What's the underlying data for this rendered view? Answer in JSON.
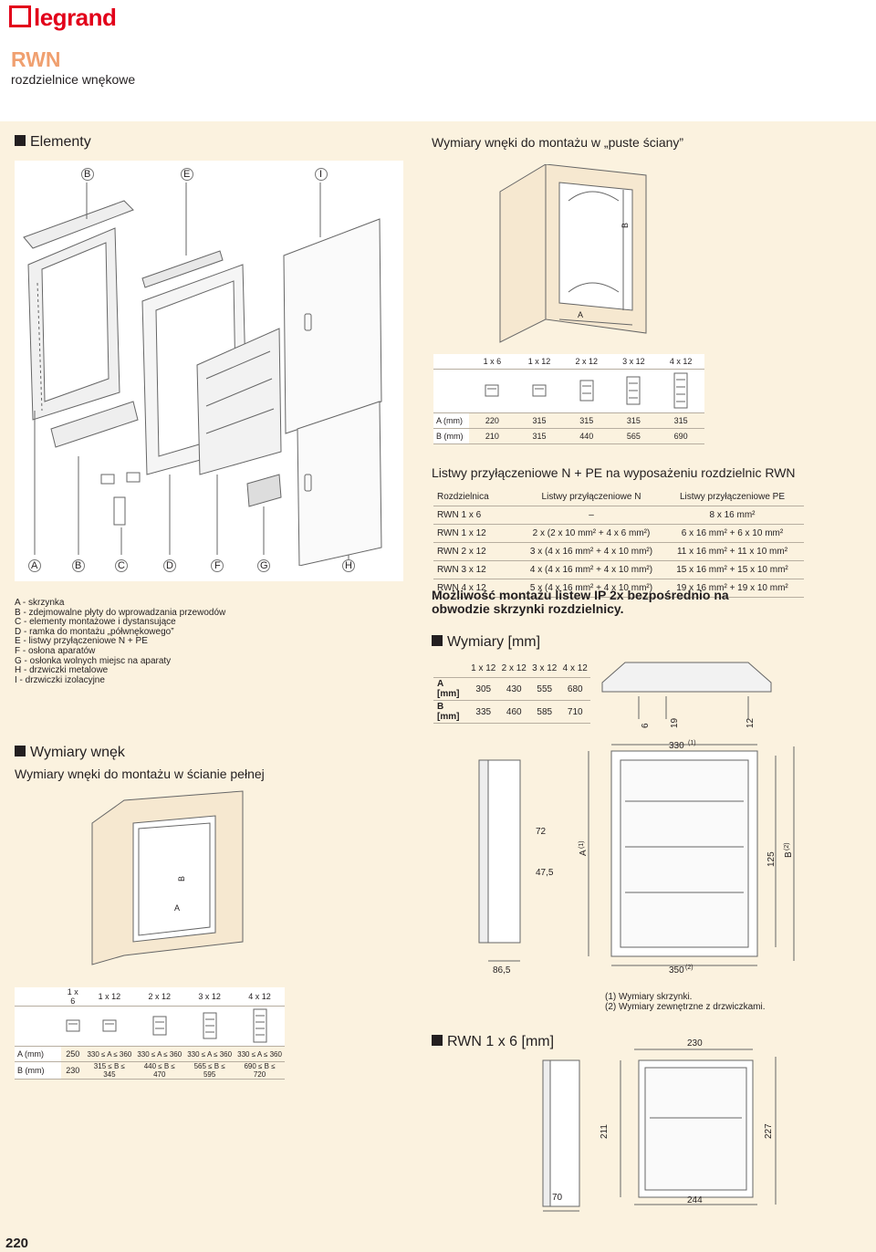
{
  "brand": {
    "logo_text": "legrand",
    "color": "#e2001a"
  },
  "header": {
    "title": "RWN",
    "subtitle": "rozdzielnice wnękowe"
  },
  "elements": {
    "heading": "Elementy",
    "top_labels": [
      "B",
      "E",
      "I"
    ],
    "bottom_labels": [
      "A",
      "B",
      "C",
      "D",
      "F",
      "G",
      "H"
    ],
    "legend": [
      "A  - skrzynka",
      "B  - zdejmowalne płyty do wprowadzania przewodów",
      "C  - elementy montażowe i dystansujące",
      "D  - ramka do montażu „półwnękowego”",
      "E  - listwy przyłączeniowe N + PE",
      "F  - osłona aparatów",
      "G  - osłonka wolnych miejsc na aparaty",
      "H  - drzwiczki metalowe",
      "I   - drzwiczki izolacyjne"
    ]
  },
  "hollow_wall": {
    "heading": "Wymiary wnęki do montażu w „puste ściany”",
    "dim_labels": {
      "a": "A",
      "b": "B"
    },
    "columns": [
      "1 x 6",
      "1 x 12",
      "2 x 12",
      "3 x 12",
      "4 x 12"
    ],
    "rows": [
      {
        "label": "A (mm)",
        "values": [
          "220",
          "315",
          "315",
          "315",
          "315"
        ]
      },
      {
        "label": "B (mm)",
        "values": [
          "210",
          "315",
          "440",
          "565",
          "690"
        ]
      }
    ]
  },
  "terminal_strips": {
    "heading": "Listwy przyłączeniowe N + PE na wyposażeniu rozdzielnic RWN",
    "headers": [
      "Rozdzielnica",
      "Listwy przyłączeniowe N",
      "Listwy przyłączeniowe PE"
    ],
    "rows": [
      [
        "RWN 1 x 6",
        "–",
        "8 x 16 mm²"
      ],
      [
        "RWN 1 x 12",
        "2 x (2 x 10 mm² + 4 x 6 mm²)",
        "6 x 16 mm² + 6 x 10 mm²"
      ],
      [
        "RWN 2 x 12",
        "3 x (4 x 16 mm² + 4 x 10 mm²)",
        "11 x 16 mm² + 11 x 10 mm²"
      ],
      [
        "RWN 3 x 12",
        "4 x (4 x 16 mm² + 4 x 10 mm²)",
        "15 x 16 mm² + 15 x 10 mm²"
      ],
      [
        "RWN 4 x 12",
        "5 x (4 x 16 mm² + 4 x 10 mm²)",
        "19 x 16 mm² + 19 x 10 mm²"
      ]
    ],
    "note": "Możliwość montażu listew IP 2x bezpośrednio na obwodzie skrzynki rozdzielnicy."
  },
  "dimensions": {
    "heading": "Wymiary [mm]",
    "columns": [
      "1 x 12",
      "2 x 12",
      "3 x 12",
      "4 x 12"
    ],
    "rows": [
      {
        "label": "A [mm]",
        "values": [
          "305",
          "430",
          "555",
          "680"
        ]
      },
      {
        "label": "B [mm]",
        "values": [
          "335",
          "460",
          "585",
          "710"
        ]
      }
    ],
    "drawing_labels": {
      "d6": "6",
      "d19": "19",
      "d12": "12",
      "w330": "330",
      "w330_sup": "(1)",
      "d72": "72",
      "d47": "47,5",
      "a1": "A",
      "a1_sup": "(1)",
      "d125": "125",
      "b2": "B",
      "b2_sup": "(2)",
      "d86": "86,5",
      "w350": "350",
      "w350_sup": "(2)"
    }
  },
  "solid_wall": {
    "heading": "Wymiary wnęk",
    "subheading": "Wymiary wnęki do montażu w ścianie pełnej",
    "dim_labels": {
      "a": "A",
      "b": "B"
    },
    "columns": [
      "1 x 6",
      "1 x 12",
      "2 x 12",
      "3 x 12",
      "4 x 12"
    ],
    "rows": [
      {
        "label": "A (mm)",
        "values": [
          "250",
          "330 ≤ A ≤ 360",
          "330 ≤ A ≤ 360",
          "330 ≤ A ≤ 360",
          "330 ≤ A ≤ 360"
        ]
      },
      {
        "label": "B (mm)",
        "values": [
          "230",
          "315 ≤ B ≤ 345",
          "440 ≤ B ≤ 470",
          "565 ≤ B ≤ 595",
          "690 ≤ B ≤ 720"
        ]
      }
    ]
  },
  "footnotes": [
    "(1) Wymiary skrzynki.",
    "(2) Wymiary zewnętrzne z drzwiczkami."
  ],
  "rwn16": {
    "heading": "RWN 1 x 6 [mm]",
    "drawing_labels": {
      "w230": "230",
      "d211": "211",
      "d227": "227",
      "d70": "70",
      "w244": "244"
    }
  },
  "page_number": "220"
}
